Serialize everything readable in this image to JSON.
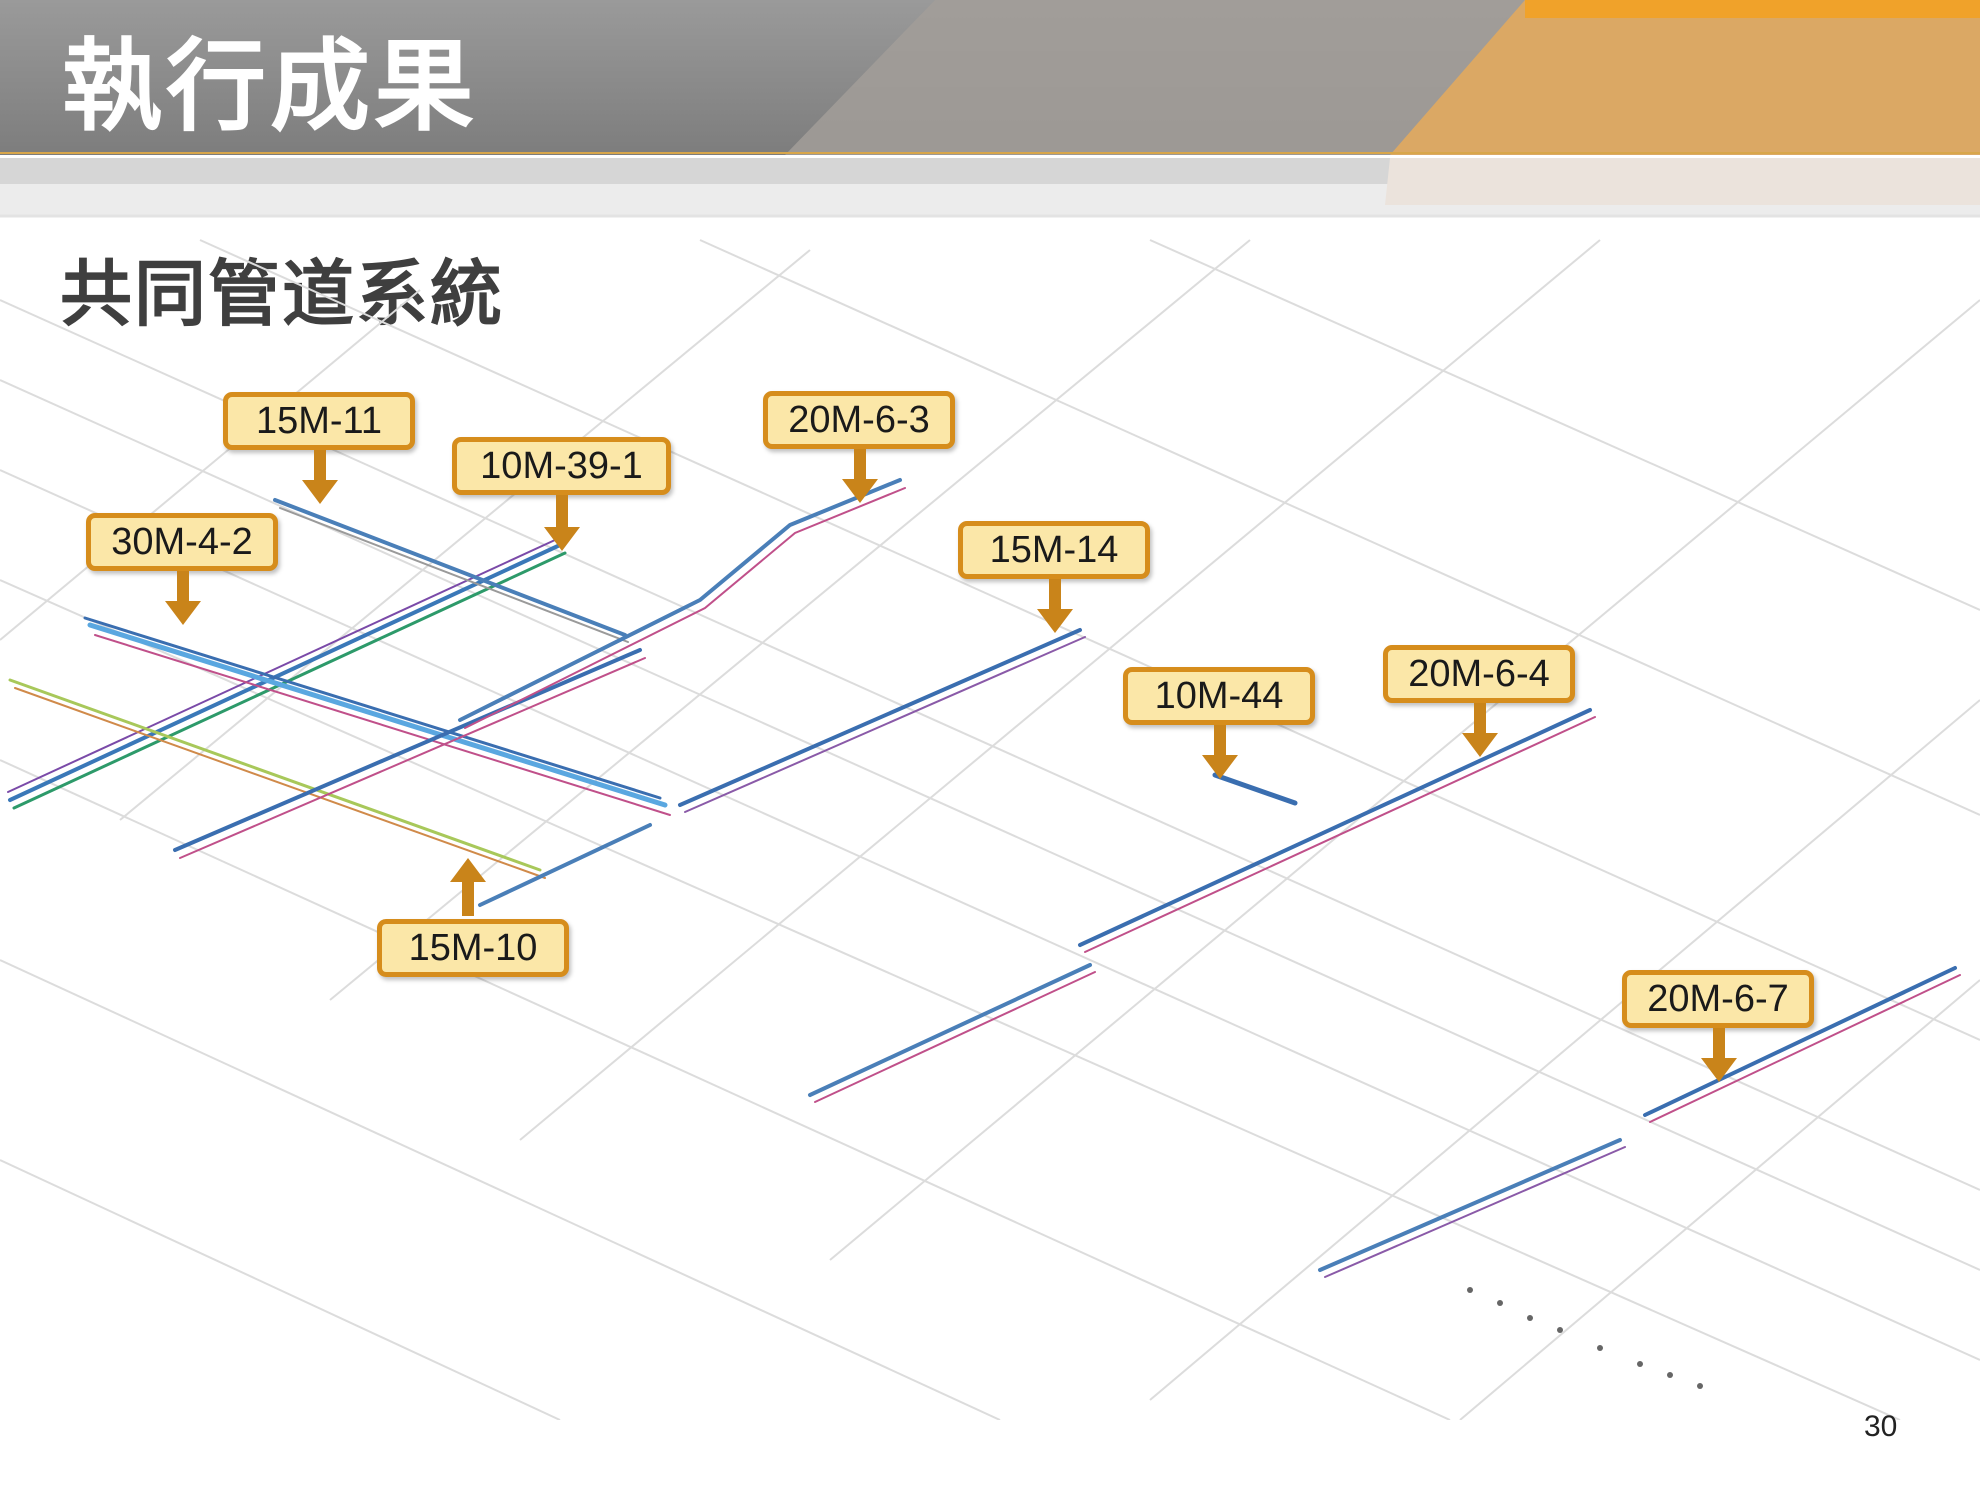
{
  "slide": {
    "title": "執行成果",
    "subtitle": "共同管道系統",
    "page_number": "30"
  },
  "colors": {
    "callout_fill": "#fbe7a8",
    "callout_border": "#d68d1c",
    "arrow": "#c9841a",
    "banner_gray": "#8c8c8c",
    "banner_orange": "#e8a23e"
  },
  "callouts": [
    {
      "id": "15M-11",
      "label": "15M-11",
      "arrow": "down"
    },
    {
      "id": "10M-39-1",
      "label": "10M-39-1",
      "arrow": "down"
    },
    {
      "id": "20M-6-3",
      "label": "20M-6-3",
      "arrow": "down"
    },
    {
      "id": "30M-4-2",
      "label": "30M-4-2",
      "arrow": "down"
    },
    {
      "id": "15M-14",
      "label": "15M-14",
      "arrow": "down"
    },
    {
      "id": "10M-44",
      "label": "10M-44",
      "arrow": "down"
    },
    {
      "id": "20M-6-4",
      "label": "20M-6-4",
      "arrow": "down"
    },
    {
      "id": "15M-10",
      "label": "15M-10",
      "arrow": "up"
    },
    {
      "id": "20M-6-7",
      "label": "20M-6-7",
      "arrow": "down"
    }
  ]
}
